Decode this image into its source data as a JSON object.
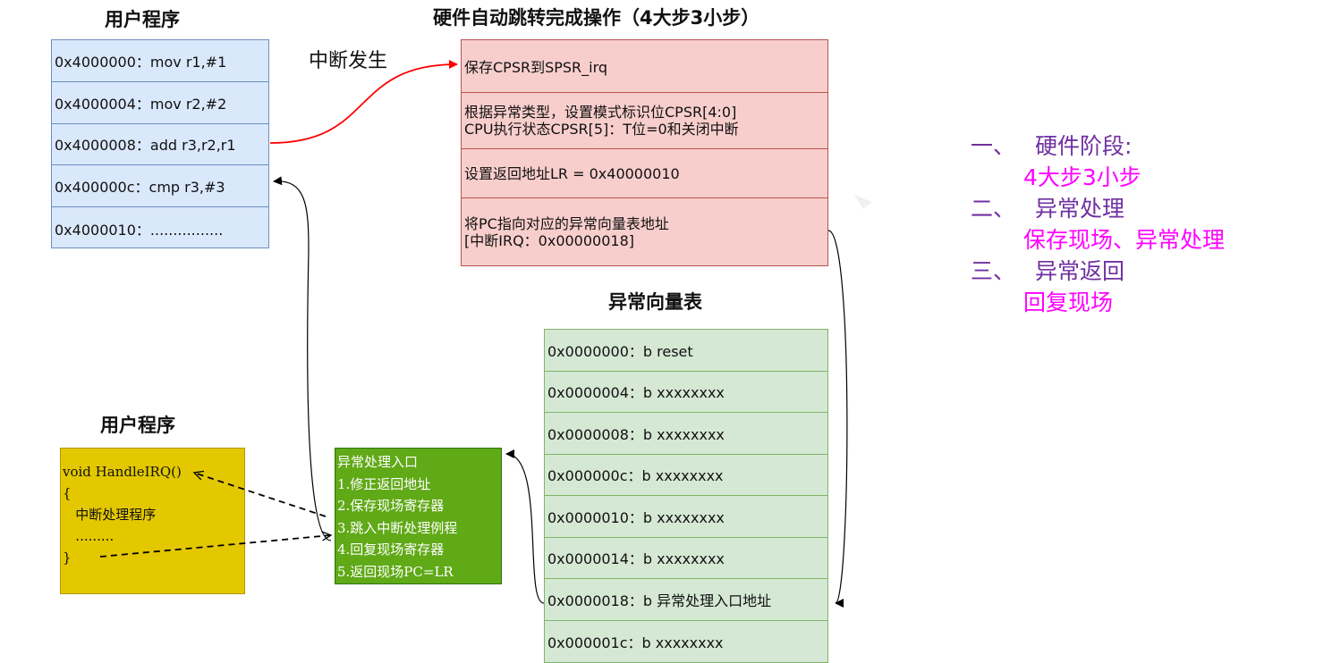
{
  "titles": {
    "user_program_top": "用户程序",
    "hardware": "硬件自动跳转完成操作（4大步3小步）",
    "vector_table": "异常向量表",
    "user_program_bottom": "用户程序"
  },
  "interrupt_label": "中断发生",
  "user_program": [
    "0x4000000：mov r1,#1",
    "0x4000004：mov r2,#2",
    "0x4000008：add r3,r2,r1",
    "0x400000c：cmp r3,#3",
    "0x4000010：................"
  ],
  "hardware_steps": [
    [
      "保存CPSR到SPSR_irq"
    ],
    [
      "根据异常类型，设置模式标识位CPSR[4:0]",
      "CPU执行状态CPSR[5]：T位=0和关闭中断"
    ],
    [
      "设置返回地址LR = 0x40000010"
    ],
    [
      "将PC指向对应的异常向量表地址",
      "[中断IRQ：0x00000018]"
    ]
  ],
  "vector_table": [
    "0x0000000：b reset",
    "0x0000004：b xxxxxxxx",
    "0x0000008：b xxxxxxxx",
    "0x000000c：b xxxxxxxx",
    "0x0000010：b xxxxxxxx",
    "0x0000014：b xxxxxxxx",
    "0x0000018：b 异常处理入口地址",
    "0x000001c：b xxxxxxxx"
  ],
  "handler_code": [
    "void HandleIRQ()",
    "{",
    "   中断处理程序",
    "   .........",
    "}"
  ],
  "exception_entry": [
    "异常处理入口",
    "1.修正返回地址",
    "2.保存现场寄存器",
    "3.跳入中断处理例程",
    "4.回复现场寄存器",
    "5.返回现场PC=LR"
  ],
  "notes": [
    {
      "num": "一、",
      "text": "硬件阶段:",
      "sub": "4大步3小步"
    },
    {
      "num": "二、",
      "text": "异常处理",
      "sub": "保存现场、异常处理"
    },
    {
      "num": "三、",
      "text": "异常返回",
      "sub": "回复现场"
    }
  ],
  "colors": {
    "user_program_fill": "#dae8fc",
    "hardware_fill": "#f8cecc",
    "vector_fill": "#d5e8d4",
    "handler_fill": "#e3c800",
    "entry_fill": "#60a917",
    "interrupt_arrow": "#ff0000",
    "note_heading": "#7030a0",
    "note_sub": "#ff00ff"
  }
}
